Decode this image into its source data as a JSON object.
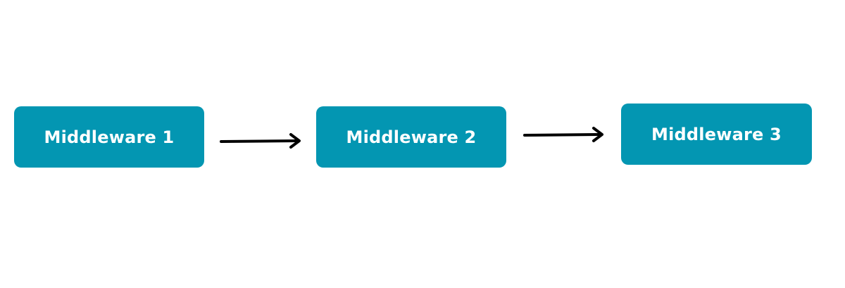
{
  "colors": {
    "background": "#ffffff",
    "node_fill": "#0396b2",
    "node_text": "#ffffff",
    "arrow": "#000000"
  },
  "nodes": [
    {
      "id": "middleware-1",
      "label": "Middleware 1"
    },
    {
      "id": "middleware-2",
      "label": "Middleware 2"
    },
    {
      "id": "middleware-3",
      "label": "Middleware 3"
    }
  ],
  "edges": [
    {
      "from": "middleware-1",
      "to": "middleware-2"
    },
    {
      "from": "middleware-2",
      "to": "middleware-3"
    }
  ]
}
